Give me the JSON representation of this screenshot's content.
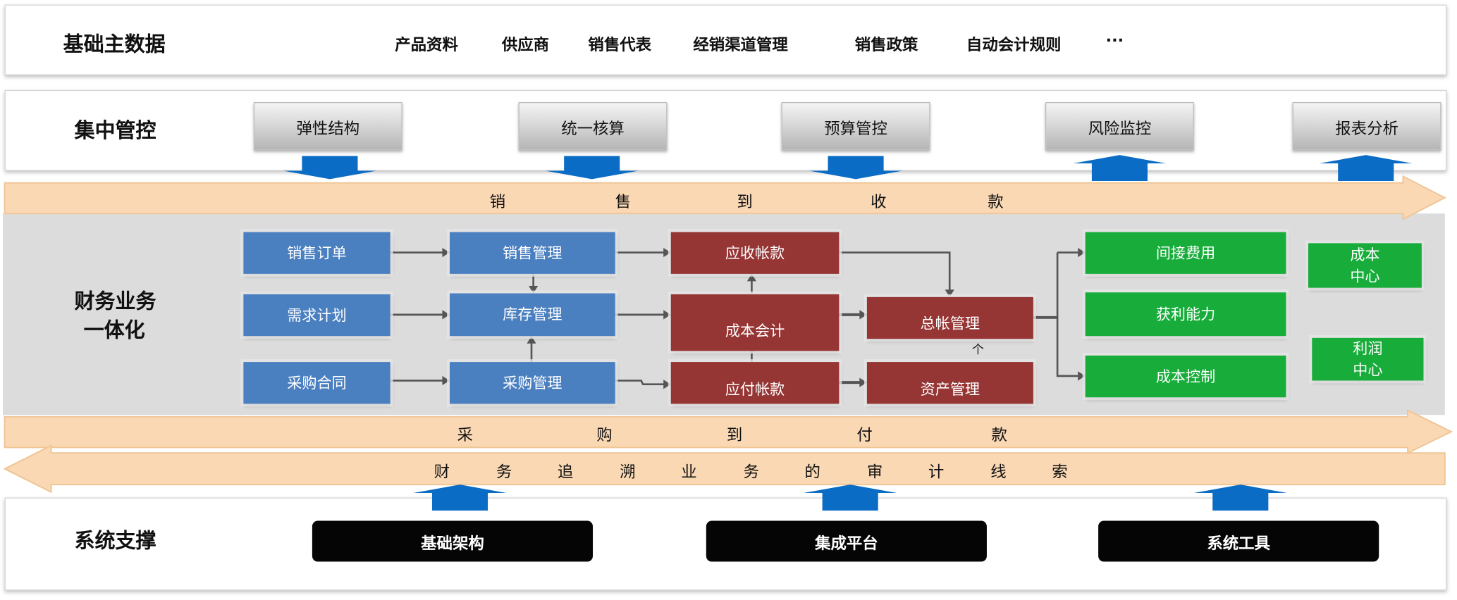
{
  "master_data": {
    "title": "基础主数据",
    "items": [
      "产品资料",
      "供应商",
      "销售代表",
      "经销渠道管理",
      "销售政策",
      "自动会计规则",
      "···"
    ]
  },
  "central_control": {
    "title": "集中管控",
    "buttons": [
      "弹性结构",
      "统一核算",
      "预算管控",
      "风险监控",
      "报表分析"
    ]
  },
  "sales_flow": [
    "销",
    "售",
    "到",
    "收",
    "款"
  ],
  "integration": {
    "title_line1": "财务业务",
    "title_line2": "一体化",
    "blue": [
      "销售订单",
      "需求计划",
      "采购合同",
      "销售管理",
      "库存管理",
      "采购管理"
    ],
    "red": [
      "应收帐款",
      "成本会计",
      "应付帐款",
      "总帐管理",
      "资产管理"
    ],
    "green": [
      "间接费用",
      "获利能力",
      "成本控制"
    ],
    "centers": [
      {
        "l1": "成本",
        "l2": "中心"
      },
      {
        "l1": "利润",
        "l2": "中心"
      }
    ],
    "small_arrow": "个"
  },
  "purchase_flow": [
    "采",
    "购",
    "到",
    "付",
    "款"
  ],
  "audit_flow": [
    "财",
    "务",
    "追",
    "溯",
    "业",
    "务",
    "的",
    "审",
    "计",
    "线",
    "索"
  ],
  "system_support": {
    "title": "系统支撑",
    "buttons": [
      "基础架构",
      "集成平台",
      "系统工具"
    ]
  },
  "colors": {
    "blue": "#4a7fc0",
    "red": "#953534",
    "green": "#18ad3b",
    "arrow_blue": "#0a6cc4",
    "band_orange": "#fad8b4"
  }
}
